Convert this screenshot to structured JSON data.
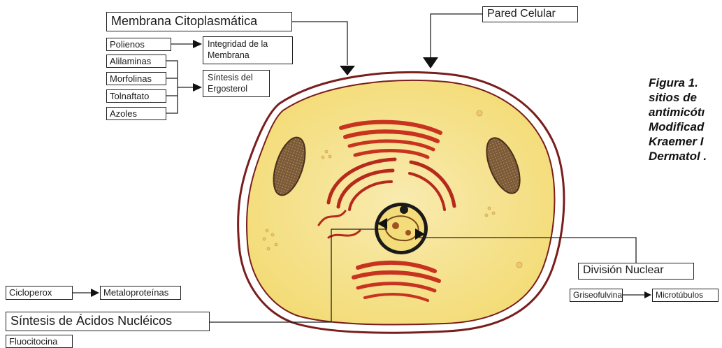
{
  "labels": {
    "membrana": "Membrana Citoplasmática",
    "pared": "Pared Celular",
    "polienos": "Polienos",
    "integridad_1": "Integridad de la",
    "integridad_2": "Membrana",
    "alilaminas": "Alilaminas",
    "morfolinas": "Morfolinas",
    "tolnaftato": "Tolnaftato",
    "azoles": "Azoles",
    "sintesis_ergo_1": "Síntesis del",
    "sintesis_ergo_2": "Ergosterol",
    "division": "División Nuclear",
    "griseofulvina": "Griseofulvina",
    "microtubulos": "Microtúbulos",
    "cicloperox": "Cicloperox",
    "metaloproteinas": "Metaloproteínas",
    "sintesis_acidos": "Síntesis de Ácidos Nucléicos",
    "fluocitocina": "Fluocitocina"
  },
  "caption": [
    "Figura 1.",
    "sitios de",
    "antimicótı",
    "Modificad",
    "Kraemer I",
    "Dermatol ."
  ],
  "colors": {
    "cytoplasm": "#f7e79a",
    "cell_outline": "#7a1d1d",
    "golgi": "#c8331f",
    "mitochondria": "#8a6a45",
    "nucleus": "#f3dc7a"
  }
}
